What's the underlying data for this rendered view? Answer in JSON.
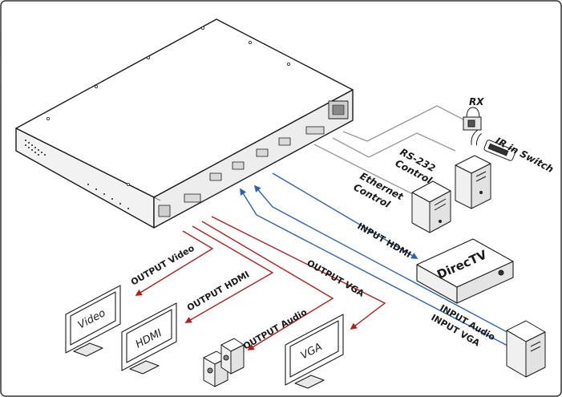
{
  "labels": {
    "rx": "RX",
    "ir_switch": "IR in Switch",
    "rs232_line1": "RS-232",
    "rs232_line2": "Control",
    "ethernet_line1": "Ethernet",
    "ethernet_line2": "Control",
    "input_hdmi": "INPUT HDMI",
    "directv": "DirecTV",
    "input_audio": "INPUT Audio",
    "input_vga": "INPUT VGA",
    "output_video": "OUTPUT Video",
    "output_hdmi": "OUTPUT HDMI",
    "output_vga": "OUTPUT VGA",
    "output_audio": "OUTPUT Audio",
    "screen_video": "Video",
    "screen_hdmi": "HDMI",
    "screen_vga": "VGA"
  },
  "colors": {
    "output_lines": "#b0201c",
    "input_lines": "#2a62b0",
    "control_lines": "#9a9a9a",
    "outline": "#1a1a1a"
  }
}
